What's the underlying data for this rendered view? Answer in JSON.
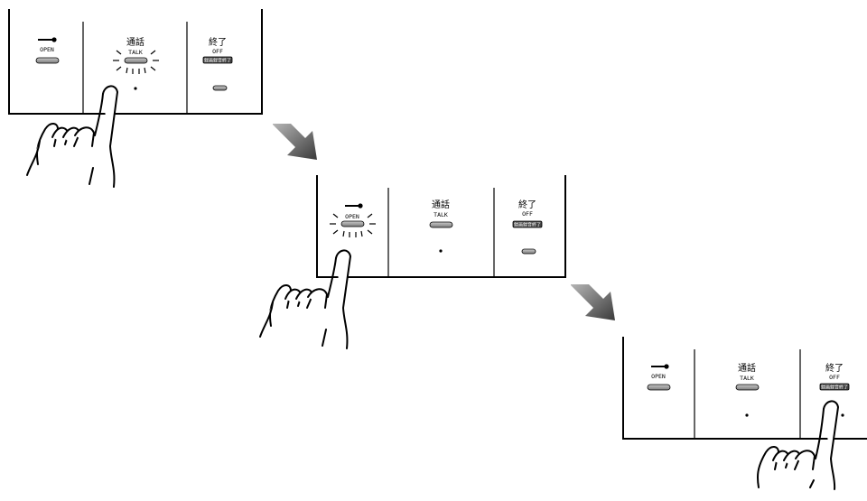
{
  "panels": [
    {
      "step": 1,
      "active_button": "talk",
      "buttons": {
        "open": {
          "label_en": "OPEN",
          "icon": "key-icon"
        },
        "talk": {
          "label_jp": "通話",
          "label_en": "TALK"
        },
        "off": {
          "label_jp": "終了",
          "label_en": "OFF",
          "badge": "録画録音終了"
        }
      }
    },
    {
      "step": 2,
      "active_button": "open",
      "buttons": {
        "open": {
          "label_en": "OPEN",
          "icon": "key-icon"
        },
        "talk": {
          "label_jp": "通話",
          "label_en": "TALK"
        },
        "off": {
          "label_jp": "終了",
          "label_en": "OFF",
          "badge": "録画録音終了"
        }
      }
    },
    {
      "step": 3,
      "active_button": "off",
      "buttons": {
        "open": {
          "label_en": "OPEN",
          "icon": "key-icon"
        },
        "talk": {
          "label_jp": "通話",
          "label_en": "TALK"
        },
        "off": {
          "label_jp": "終了",
          "label_en": "OFF",
          "badge": "録画録音終了"
        }
      }
    }
  ],
  "arrows": [
    {
      "icon": "arrow-down-right-icon"
    },
    {
      "icon": "arrow-down-right-icon"
    }
  ],
  "colors": {
    "outline": "#000000",
    "button_fill": "#9a9a9a",
    "arrow_fill": "#555555"
  }
}
